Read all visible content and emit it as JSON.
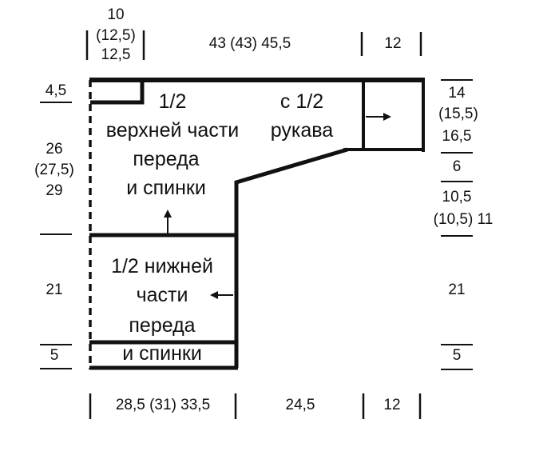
{
  "top_dims": {
    "left_a": "10",
    "left_b": "(12,5)",
    "left_c": "12,5",
    "middle": "43 (43) 45,5",
    "right": "12"
  },
  "bottom_dims": {
    "left": "28,5 (31) 33,5",
    "middle": "24,5",
    "right": "12"
  },
  "left_dims": {
    "shoulder": "4,5",
    "upper_a": "26",
    "upper_b": "(27,5)",
    "upper_c": "29",
    "lower": "21",
    "hem": "5"
  },
  "right_dims": {
    "sleeve_a": "14",
    "sleeve_b": "(15,5)",
    "sleeve_c": "16,5",
    "sleeve_slope": "6",
    "armhole_a": "10,5",
    "armhole_b": "(10,5) 11",
    "lower": "21",
    "hem": "5"
  },
  "labels": {
    "upper_line1": "1/2",
    "upper_line2": "верхней части",
    "upper_line3": "переда",
    "upper_line4": "и спинки",
    "sleeve_line1": "с 1/2",
    "sleeve_line2": "рукава",
    "lower_line1": "1/2 нижней",
    "lower_line2": "части",
    "lower_line3": "переда",
    "lower_line4": "и спинки"
  }
}
